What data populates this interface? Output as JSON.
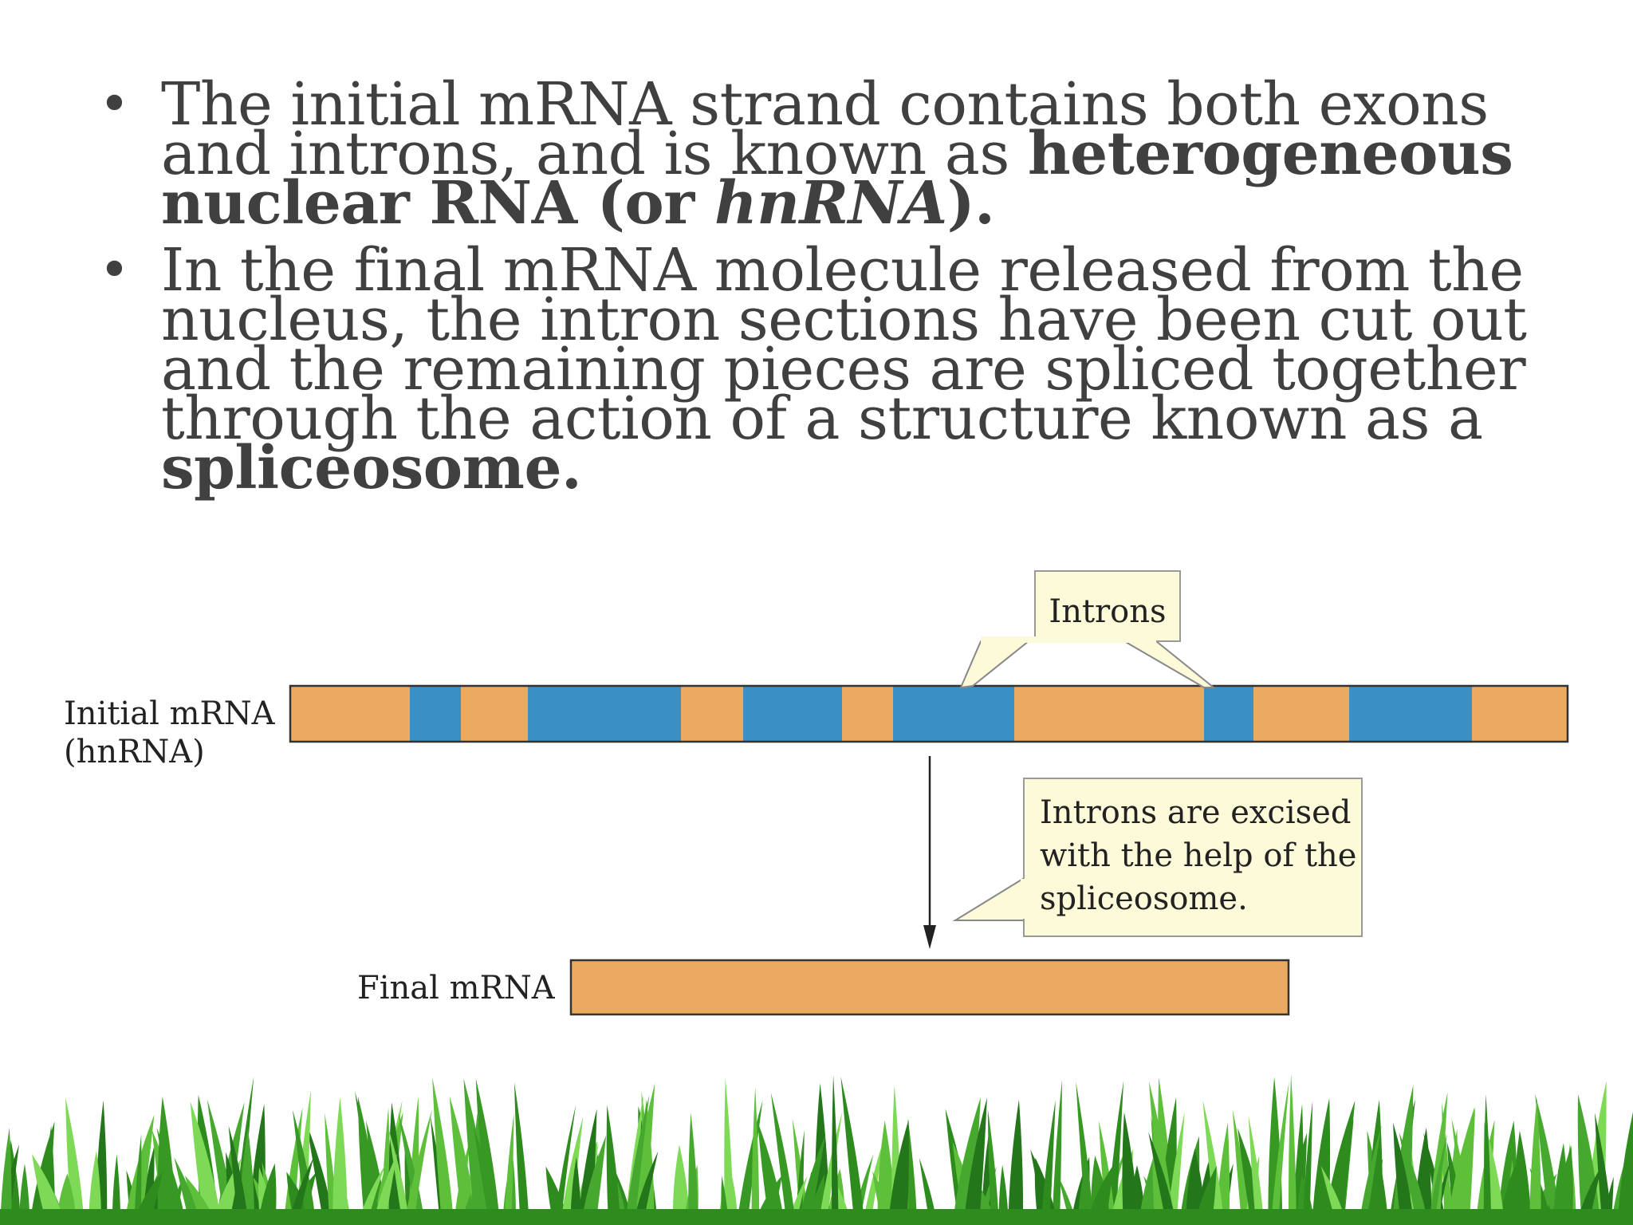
{
  "bullets": {
    "b1_t1": "The initial mRNA strand contains both exons and introns, and is known as ",
    "b1_bold1": "heterogeneous nuclear RNA (or ",
    "b1_italic": "hnRNA",
    "b1_bold2": ").",
    "b2_t1": "In the final mRNA molecule released from the nucleus, the intron sections have been cut out and the remaining pieces are spliced together through the action of a structure known as a ",
    "b2_bold": "spliceosome."
  },
  "diagram": {
    "initial_label_line1": "Initial mRNA",
    "initial_label_line2": "(hnRNA)",
    "final_label": "Final mRNA",
    "introns_callout": "Introns",
    "excised_line1": "Introns are excised",
    "excised_line2": "with the help of the",
    "excised_line3": "spliceosome."
  },
  "colors": {
    "exon": "#EBAA60",
    "intron": "#3A8FC4",
    "callout_fill": "#FCFAD8",
    "text": "#404040",
    "grass_dark": "#2E8B1E",
    "grass_light": "#7ED957"
  }
}
